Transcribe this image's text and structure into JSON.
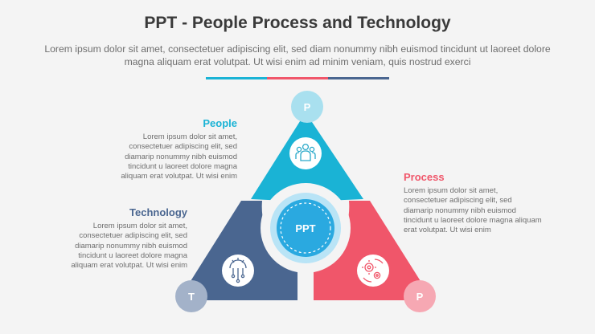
{
  "header": {
    "title": "PPT - People Process and Technology",
    "subtitle": "Lorem ipsum dolor sit amet, consectetuer adipiscing elit, sed diam nonummy nibh euismod tincidunt ut laoreet dolore magna aliquam erat volutpat. Ut wisi enim ad minim veniam, quis nostrud exerci"
  },
  "colors": {
    "people": "#1ab3d5",
    "process": "#f0566a",
    "technology": "#4a6690",
    "people_light": "#a9e0ef",
    "process_light": "#f6a8b3",
    "technology_light": "#a3b2c9",
    "center_ring": "#2aa9e0",
    "center_ring_light": "#b9e4f6"
  },
  "center": {
    "label": "PPT"
  },
  "sections": {
    "people": {
      "title": "People",
      "badge": "P",
      "icon": "people-group-icon",
      "body": "Lorem ipsum dolor sit amet, consectetuer adipiscing elit, sed diamarip nonummy nibh euismod tincidunt u laoreet dolore magna aliquam erat volutpat. Ut wisi enim"
    },
    "process": {
      "title": "Process",
      "badge": "P",
      "icon": "gears-cycle-icon",
      "body": "Lorem ipsum dolor sit amet, consectetuer adipiscing elit, sed diamarip nonummy nibh euismod tincidunt u laoreet dolore magna aliquam erat volutpat. Ut wisi enim"
    },
    "technology": {
      "title": "Technology",
      "badge": "T",
      "icon": "circuit-gear-icon",
      "body": "Lorem ipsum dolor sit amet, consectetuer adipiscing elit, sed diamarip nonummy nibh euismod tincidunt u laoreet dolore magna aliquam erat volutpat. Ut wisi enim"
    }
  }
}
